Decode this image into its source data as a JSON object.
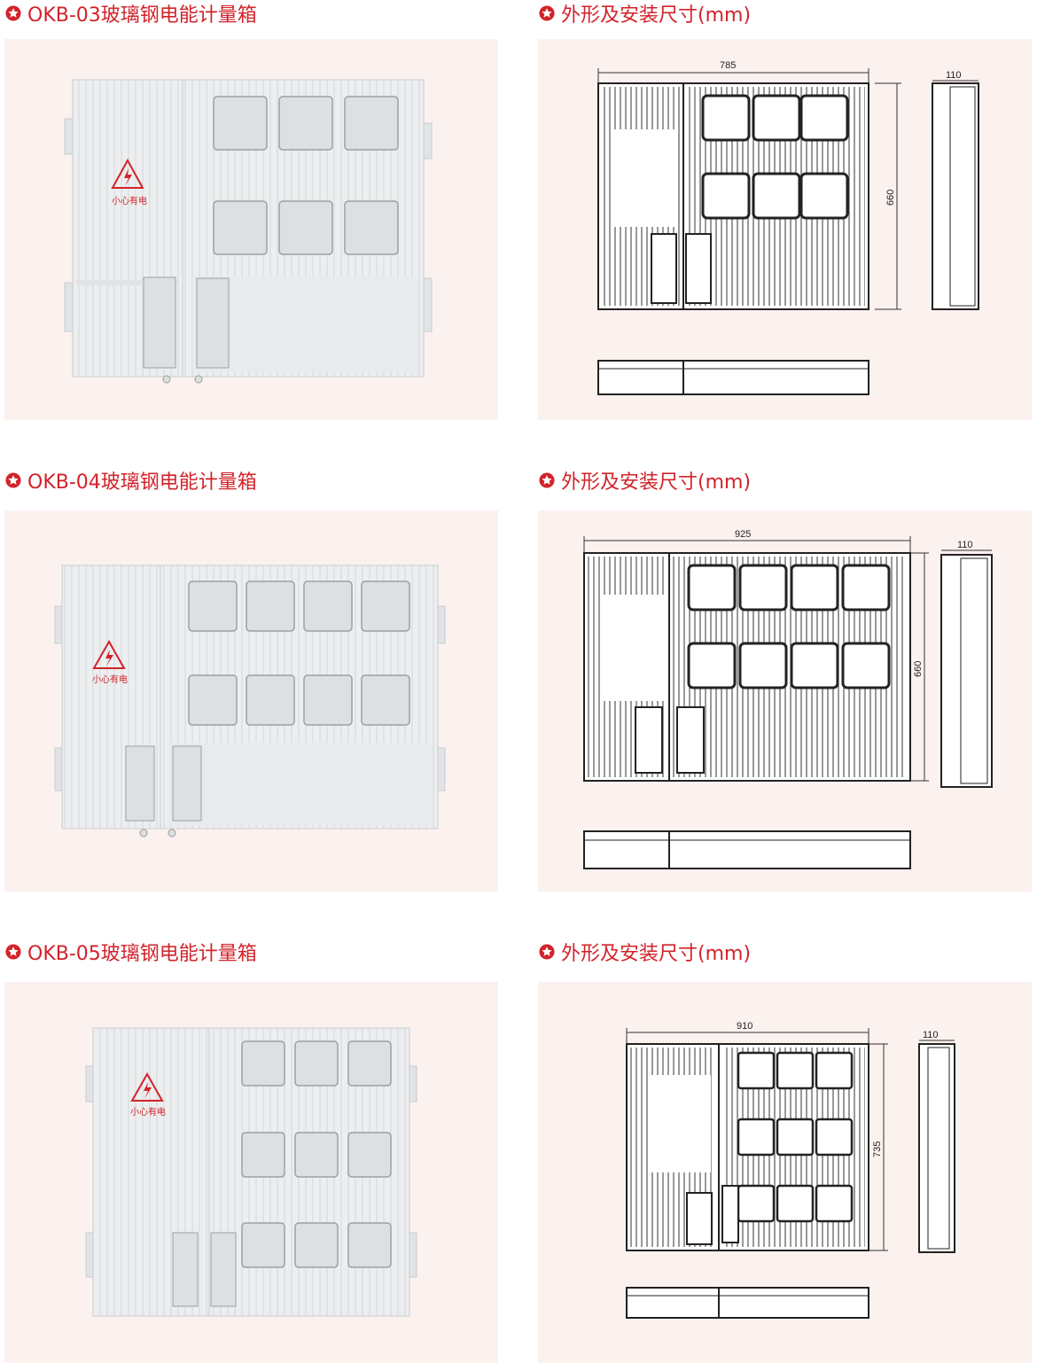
{
  "colors": {
    "accent": "#d2232a",
    "panel_bg": "#fbf1ee",
    "box_body": "#eceeef",
    "window": "#dde0e2",
    "line": "#2a2a2a"
  },
  "warning_text": "小心有电",
  "sections": [
    {
      "name": "OKB-03玻璃钢电能计量箱",
      "drawing_title": "外形及安装尺寸(mm)",
      "width": "785",
      "height": "660",
      "depth": "110",
      "grid": {
        "cols": 3,
        "rows": 2
      }
    },
    {
      "name": "OKB-04玻璃钢电能计量箱",
      "drawing_title": "外形及安装尺寸(mm)",
      "width": "925",
      "height": "660",
      "depth": "110",
      "grid": {
        "cols": 4,
        "rows": 2
      }
    },
    {
      "name": "OKB-05玻璃钢电能计量箱",
      "drawing_title": "外形及安装尺寸(mm)",
      "width": "910",
      "height": "735",
      "depth": "110",
      "grid": {
        "cols": 3,
        "rows": 3
      }
    }
  ]
}
